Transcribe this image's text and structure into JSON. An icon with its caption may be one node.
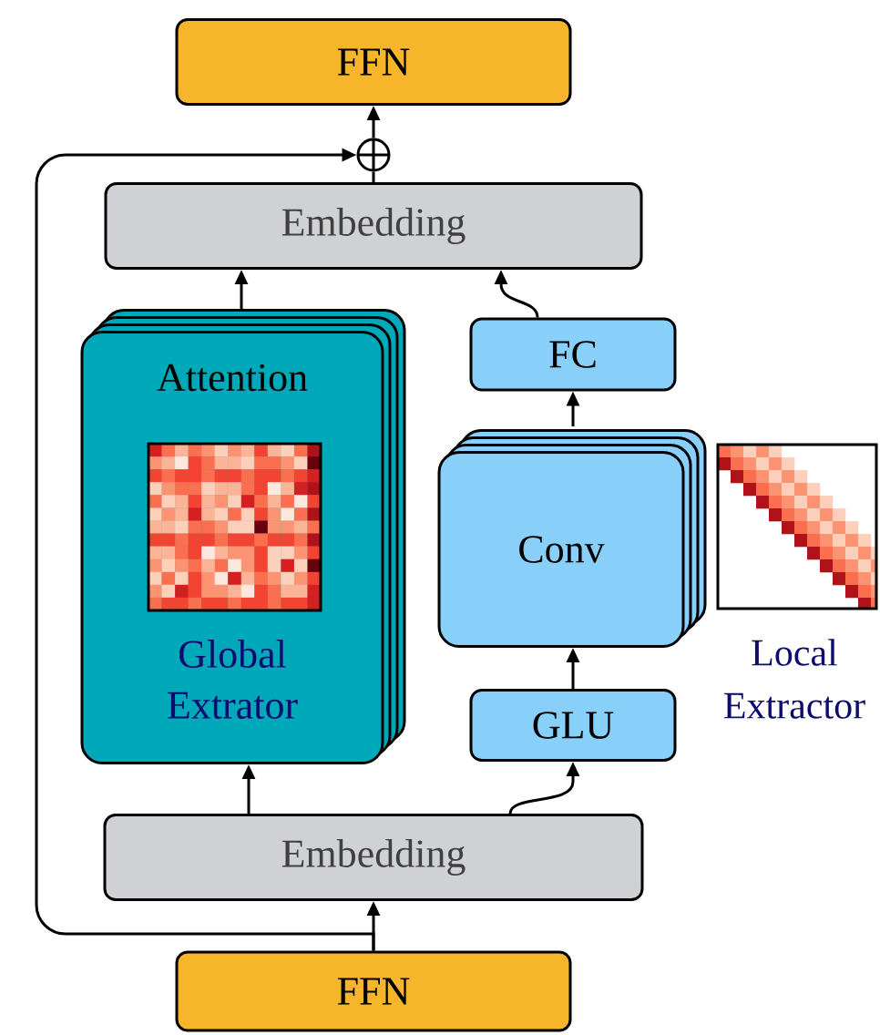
{
  "diagram": {
    "nodes": [
      {
        "text": [
          "FFN"
        ]
      },
      {
        "text": [],
        "shape": "circle"
      },
      {
        "text": [
          "Embedding"
        ]
      },
      {
        "text": [
          "Attention",
          "Global Extrator"
        ]
      },
      {
        "text": [
          "FC"
        ]
      },
      {
        "text": [
          "Conv"
        ]
      },
      {
        "text": [
          "GLU"
        ]
      },
      {
        "text": [
          "Embedding"
        ]
      },
      {
        "text": [
          "FFN"
        ]
      }
    ],
    "edges": [
      {
        "from": 8,
        "to": 7,
        "arrow": "to"
      },
      {
        "from": 8,
        "to": 1,
        "arrow": "to"
      },
      {
        "from": 7,
        "to": 3,
        "arrow": "to"
      },
      {
        "from": 7,
        "to": 6,
        "arrow": "to"
      },
      {
        "from": 6,
        "to": 5,
        "arrow": "to"
      },
      {
        "from": 5,
        "to": 4,
        "arrow": "to"
      },
      {
        "from": 3,
        "to": 2,
        "arrow": "to"
      },
      {
        "from": 4,
        "to": 2,
        "arrow": "to"
      },
      {
        "from": 2,
        "to": 1,
        "arrow": "none"
      },
      {
        "from": 1,
        "to": 0,
        "arrow": "to"
      }
    ],
    "labels": [
      "Local Extractor"
    ]
  }
}
